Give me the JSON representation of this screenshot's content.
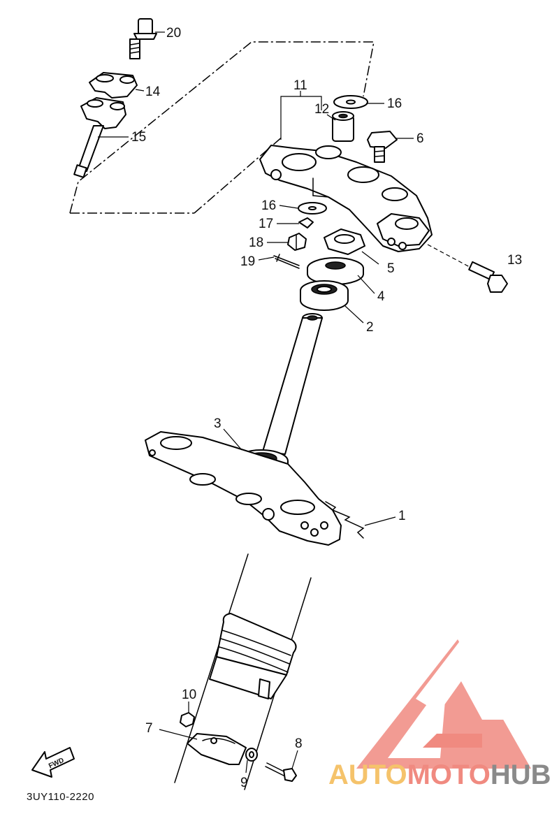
{
  "diagram_code": "3UY110-2220",
  "fwd_label": "FWD",
  "watermark": {
    "part1": "AUTO",
    "part2": "MOTO",
    "part3": "HUB",
    "color_light": "#f5c36b",
    "color_dark": "#f08a80",
    "color_gray": "#8a8a8a"
  },
  "callouts": {
    "c1": "1",
    "c2": "2",
    "c3": "3",
    "c4": "4",
    "c5": "5",
    "c6": "6",
    "c7": "7",
    "c8": "8",
    "c9": "9",
    "c10": "10",
    "c11": "11",
    "c12": "12",
    "c13": "13",
    "c14": "14",
    "c15": "15",
    "c16a": "16",
    "c16b": "16",
    "c17": "17",
    "c18": "18",
    "c19": "19",
    "c20": "20"
  }
}
